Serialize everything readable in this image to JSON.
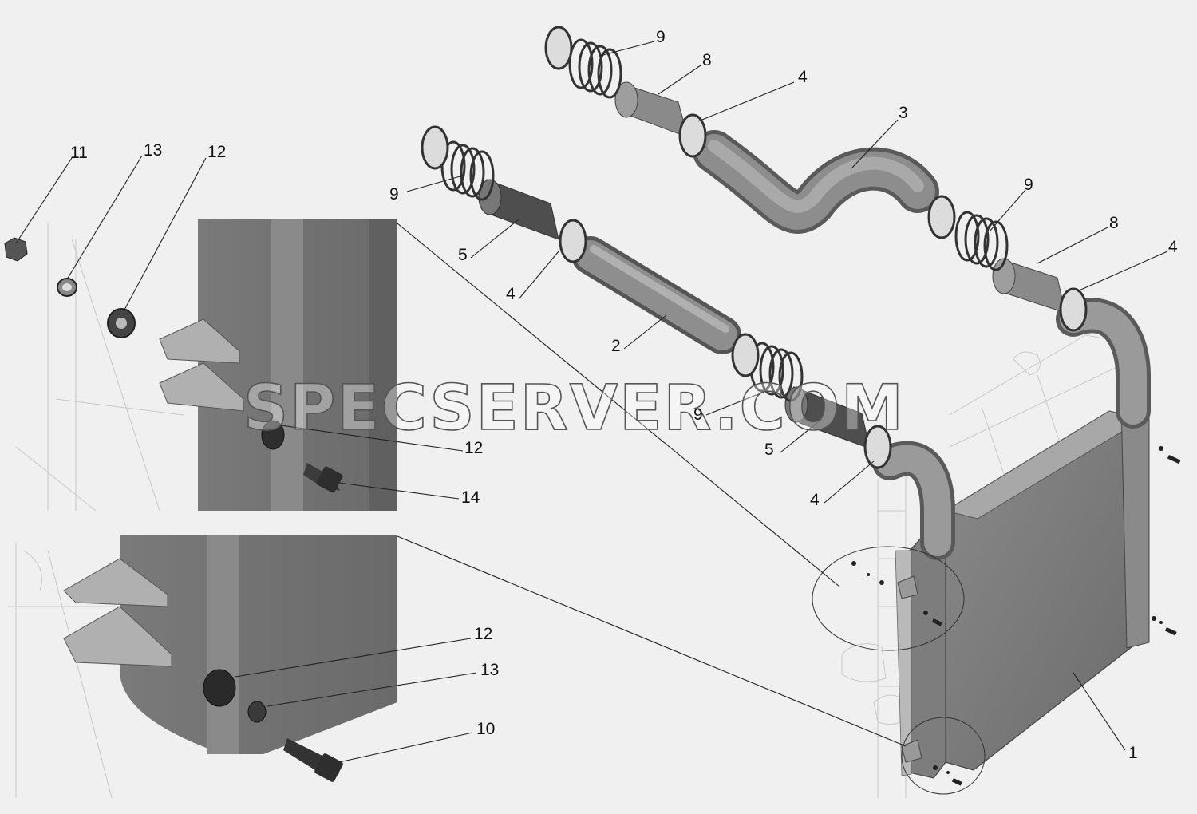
{
  "watermark": "SPECSERVER.COM",
  "callouts": [
    {
      "id": "c9a",
      "label": "9"
    },
    {
      "id": "c8a",
      "label": "8"
    },
    {
      "id": "c4a",
      "label": "4"
    },
    {
      "id": "c3",
      "label": "3"
    },
    {
      "id": "c11",
      "label": "11"
    },
    {
      "id": "c13a",
      "label": "13"
    },
    {
      "id": "c12a",
      "label": "12"
    },
    {
      "id": "c9b",
      "label": "9"
    },
    {
      "id": "c5a",
      "label": "5"
    },
    {
      "id": "c4b",
      "label": "4"
    },
    {
      "id": "c9c",
      "label": "9"
    },
    {
      "id": "c8b",
      "label": "8"
    },
    {
      "id": "c4c",
      "label": "4"
    },
    {
      "id": "c2",
      "label": "2"
    },
    {
      "id": "c9d",
      "label": "9"
    },
    {
      "id": "c12b",
      "label": "12"
    },
    {
      "id": "c14",
      "label": "14"
    },
    {
      "id": "c5b",
      "label": "5"
    },
    {
      "id": "c4d",
      "label": "4"
    },
    {
      "id": "c12c",
      "label": "12"
    },
    {
      "id": "c13b",
      "label": "13"
    },
    {
      "id": "c10",
      "label": "10"
    },
    {
      "id": "c1",
      "label": "1"
    }
  ],
  "colors": {
    "background": "#f0f0f0",
    "part_dark": "#6e6e6e",
    "part_mid": "#8c8c8c",
    "part_light": "#b4b4b4",
    "ink": "#111111"
  }
}
